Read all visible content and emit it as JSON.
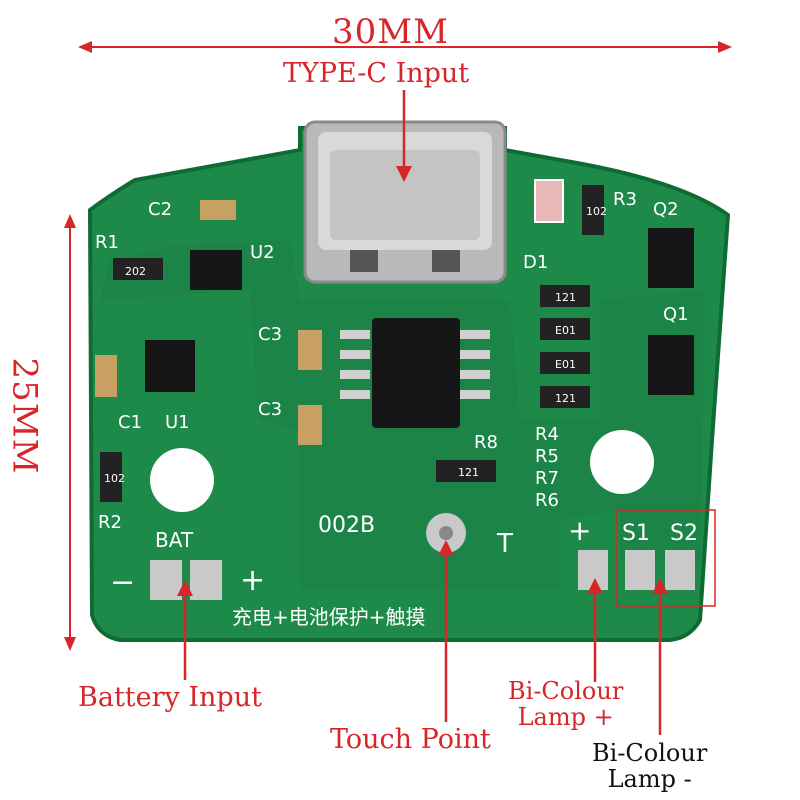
{
  "dimensions": {
    "width_label": "30MM",
    "height_label": "25MM"
  },
  "callouts": {
    "type_c": "TYPE-C Input",
    "battery": "Battery Input",
    "touch": "Touch Point",
    "lamp_plus_line1": "Bi-Colour",
    "lamp_plus_line2": "Lamp +",
    "lamp_minus_line1": "Bi-Colour",
    "lamp_minus_line2": "Lamp -"
  },
  "silkscreen": {
    "c2": "C2",
    "u2": "U2",
    "r1": "R1",
    "r1_code": "202",
    "c3a": "C3",
    "c3b": "C3",
    "c1": "C1",
    "u1": "U1",
    "r2": "R2",
    "r2_code": "102",
    "r3": "R3",
    "r3_code": "102",
    "q2": "Q2",
    "q1": "Q1",
    "d1": "D1",
    "r4": "R4",
    "r5": "R5",
    "r7": "R7",
    "r6": "R6",
    "r8": "R8",
    "r_121_a": "121",
    "r_e01_a": "E01",
    "r_e01_b": "E01",
    "r_121_b": "121",
    "r8_code": "121",
    "board_code": "002B",
    "touch_mark": "T",
    "bat": "BAT",
    "bat_minus": "−",
    "bat_plus": "+",
    "lamp_plus": "+",
    "s1": "S1",
    "s2": "S2",
    "function_text": "充电+电池保护+触摸"
  },
  "colors": {
    "pcb": "#1d8a4a",
    "pcb_edge": "#0f6b34",
    "annotation": "#d8252a",
    "pad": "#c9c9c9"
  }
}
